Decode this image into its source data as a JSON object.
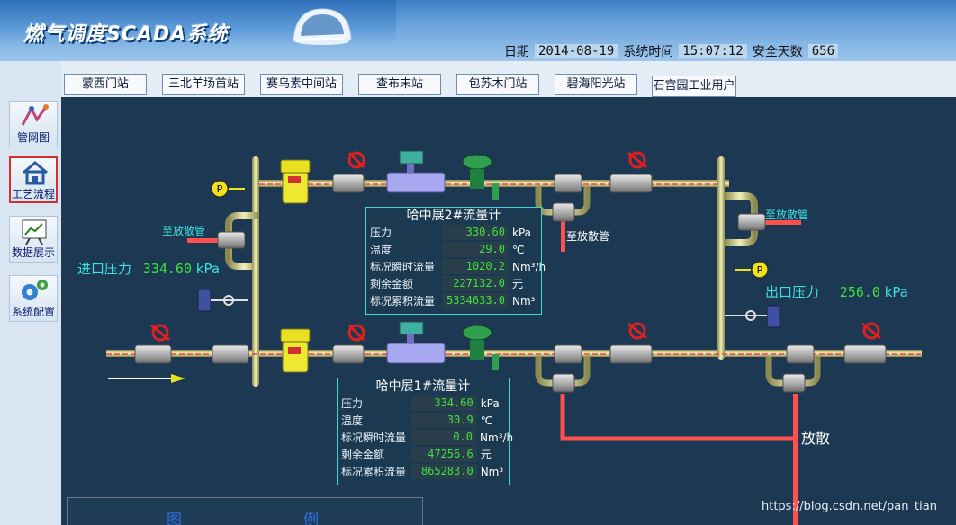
{
  "app": {
    "title": "燃气调度SCADA系统"
  },
  "info": {
    "date_label": "日期",
    "date_value": "2014-08-19",
    "time_label": "系统时间",
    "time_value": "15:07:12",
    "safe_label": "安全天数",
    "safe_value": "656"
  },
  "sidebar": {
    "items": [
      {
        "label": "管网图",
        "icon": "pipe-network-icon"
      },
      {
        "label": "工艺流程",
        "icon": "home-icon"
      },
      {
        "label": "数据展示",
        "icon": "chart-board-icon"
      },
      {
        "label": "系统配置",
        "icon": "gears-icon"
      }
    ]
  },
  "tabs": [
    "蒙西门站",
    "三北羊场首站",
    "赛乌素中间站",
    "查布末站",
    "包苏木门站",
    "碧海阳光站",
    "石宫园工业用户"
  ],
  "process": {
    "inlet_label": "进口压力",
    "inlet_value": "334.60",
    "inlet_unit": "kPa",
    "outlet_label": "出口压力",
    "outlet_value": "256.0",
    "outlet_unit": "kPa",
    "vent_left": "至放散管",
    "vent_mid": "至放散管",
    "vent_right": "至放散管",
    "vent_bottom": "放散",
    "gauge_symbol": "P"
  },
  "meter2": {
    "title": "哈中展2#流量计",
    "rows": [
      {
        "label": "压力",
        "value": "330.60",
        "unit": "kPa"
      },
      {
        "label": "温度",
        "value": "29.0",
        "unit": "℃"
      },
      {
        "label": "标况瞬时流量",
        "value": "1020.2",
        "unit": "Nm³/h"
      },
      {
        "label": "剩余金额",
        "value": "227132.0",
        "unit": "元"
      },
      {
        "label": "标况累积流量",
        "value": "5334633.0",
        "unit": "Nm³"
      }
    ]
  },
  "meter1": {
    "title": "哈中展1#流量计",
    "rows": [
      {
        "label": "压力",
        "value": "334.60",
        "unit": "kPa"
      },
      {
        "label": "温度",
        "value": "30.9",
        "unit": "℃"
      },
      {
        "label": "标况瞬时流量",
        "value": "0.0",
        "unit": "Nm³/h"
      },
      {
        "label": "剩余金额",
        "value": "47256.6",
        "unit": "元"
      },
      {
        "label": "标况累积流量",
        "value": "865283.0",
        "unit": "Nm³"
      }
    ]
  },
  "legend": {
    "title_a": "图",
    "title_b": "例"
  },
  "watermark": "https://blog.csdn.net/pan_tian",
  "colors": {
    "pipe": "#c8c88a",
    "flow": "#ff4040",
    "value": "#40e040",
    "frame": "#44d4d4"
  }
}
